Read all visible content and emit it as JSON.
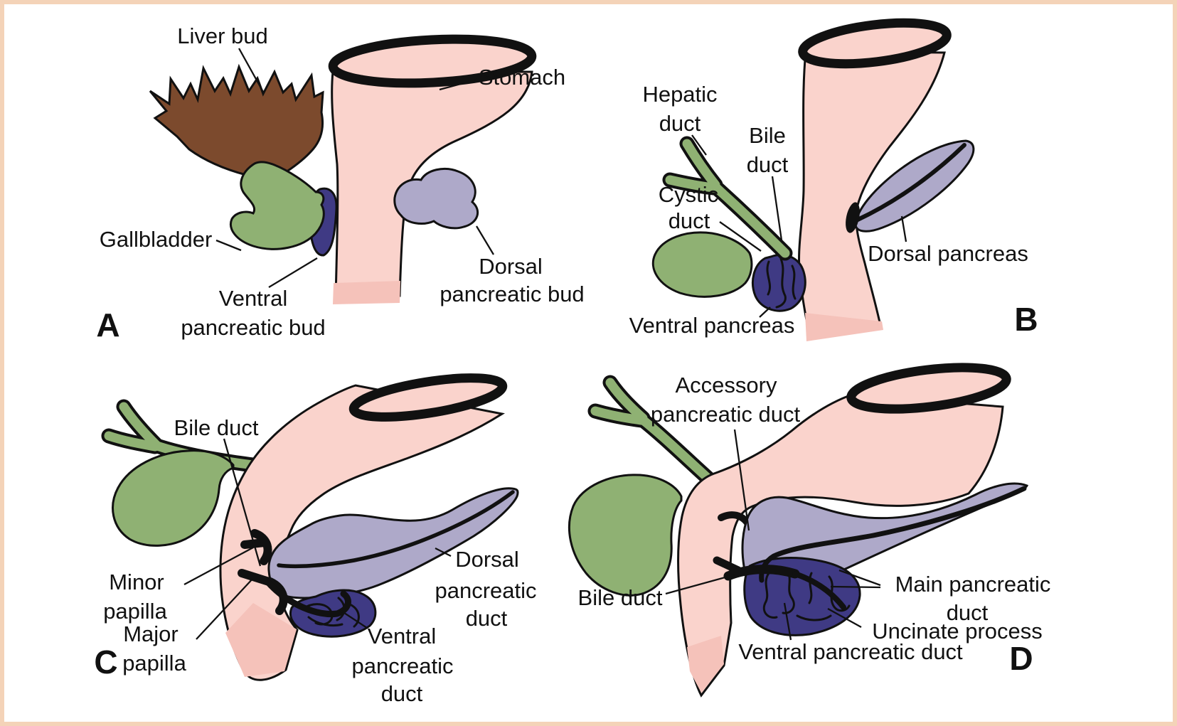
{
  "figure": {
    "type": "anatomical-diagram",
    "subject": "Development of the pancreas, bile ducts and gallbladder (stages A-D)",
    "colors": {
      "frame_border": "#f4d3b8",
      "background": "#ffffff",
      "stomach_pink": "#fad3cc",
      "stomach_cut_pink": "#f5c2ba",
      "liver_brown": "#7c4a2d",
      "biliary_green": "#8fb173",
      "ventral_pancreas_navy": "#3f3a84",
      "dorsal_pancreas_lavender": "#aea9c9",
      "outline_black": "#111111"
    }
  },
  "panels": {
    "A": {
      "letter": "A",
      "labels": {
        "liver_bud": "Liver bud",
        "stomach": "Stomach",
        "gallbladder": "Gallbladder",
        "ventral_line1": "Ventral",
        "ventral_line2": "pancreatic bud",
        "dorsal_line1": "Dorsal",
        "dorsal_line2": "pancreatic bud"
      }
    },
    "B": {
      "letter": "B",
      "labels": {
        "hepatic_line1": "Hepatic",
        "hepatic_line2": "duct",
        "bile_line1": "Bile",
        "bile_line2": "duct",
        "cystic_line1": "Cystic",
        "cystic_line2": "duct",
        "dorsal_pancreas": "Dorsal pancreas",
        "ventral_pancreas": "Ventral pancreas"
      }
    },
    "C": {
      "letter": "C",
      "labels": {
        "bile_duct": "Bile duct",
        "minor_line1": "Minor",
        "minor_line2": "papilla",
        "major_line1": "Major",
        "major_line2": "papilla",
        "dorsal_line1": "Dorsal",
        "dorsal_line2": "pancreatic",
        "dorsal_line3": "duct",
        "ventral_line1": "Ventral",
        "ventral_line2": "pancreatic",
        "ventral_line3": "duct"
      }
    },
    "D": {
      "letter": "D",
      "labels": {
        "accessory_line1": "Accessory",
        "accessory_line2": "pancreatic duct",
        "bile_duct": "Bile duct",
        "main_line1": "Main pancreatic",
        "main_line2": "duct",
        "uncinate": "Uncinate process",
        "ventral_pancreatic_duct": "Ventral pancreatic duct"
      }
    }
  }
}
